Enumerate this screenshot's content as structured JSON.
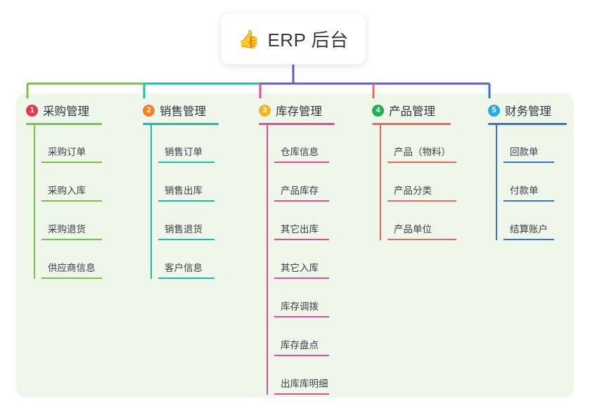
{
  "root": {
    "icon": "thumbs-up-icon",
    "emoji": "👍",
    "title": "ERP 后台"
  },
  "colors": {
    "panel_background": "#eef7e9",
    "page_background": "#ffffff",
    "root_connector": "#5b5fc7",
    "bus_left": "#7cc24a",
    "bus_mid": "#14bfae",
    "bus_right": "#5b5fc7"
  },
  "branches": [
    {
      "index": "1",
      "label": "采购管理",
      "line_color": "#7cc24a",
      "badge_color": "#e8384f",
      "items": [
        "采购订单",
        "采购入库",
        "采购退货",
        "供应商信息"
      ]
    },
    {
      "index": "2",
      "label": "销售管理",
      "line_color": "#14bfae",
      "badge_color": "#f3812b",
      "items": [
        "销售订单",
        "销售出库",
        "销售退货",
        "客户信息"
      ]
    },
    {
      "index": "3",
      "label": "库存管理",
      "line_color": "#e8499a",
      "badge_color": "#f5b324",
      "items": [
        "仓库信息",
        "产品库存",
        "其它出库",
        "其它入库",
        "库存调拨",
        "库存盘点",
        "出库库明细"
      ]
    },
    {
      "index": "4",
      "label": "产品管理",
      "line_color": "#f4645f",
      "badge_color": "#1fb254",
      "items": [
        "产品（物料）",
        "产品分类",
        "产品单位"
      ]
    },
    {
      "index": "5",
      "label": "财务管理",
      "line_color": "#3b72cf",
      "badge_color": "#29aae2",
      "items": [
        "回款单",
        "付款单",
        "结算账户"
      ]
    }
  ]
}
